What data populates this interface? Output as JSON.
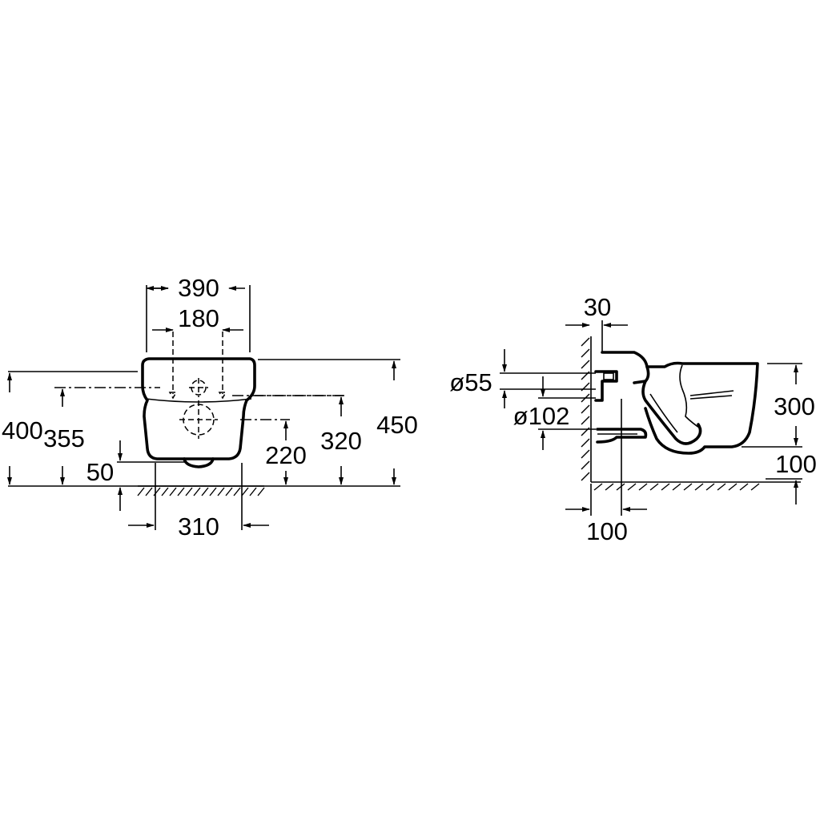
{
  "front_view": {
    "width_total": "390",
    "fixing_spacing": "180",
    "height_total": "450",
    "height_400": "400",
    "fixing_height": "355",
    "outlet_height": "320",
    "inlet_height": "220",
    "rim_clearance": "50",
    "base_width": "310"
  },
  "side_view": {
    "wall_gap": "30",
    "inlet_diameter": "ø55",
    "outlet_diameter": "ø102",
    "bowl_height": "300",
    "floor_clearance": "100",
    "outlet_offset": "100"
  },
  "colors": {
    "line": "#000000",
    "background": "#ffffff"
  }
}
